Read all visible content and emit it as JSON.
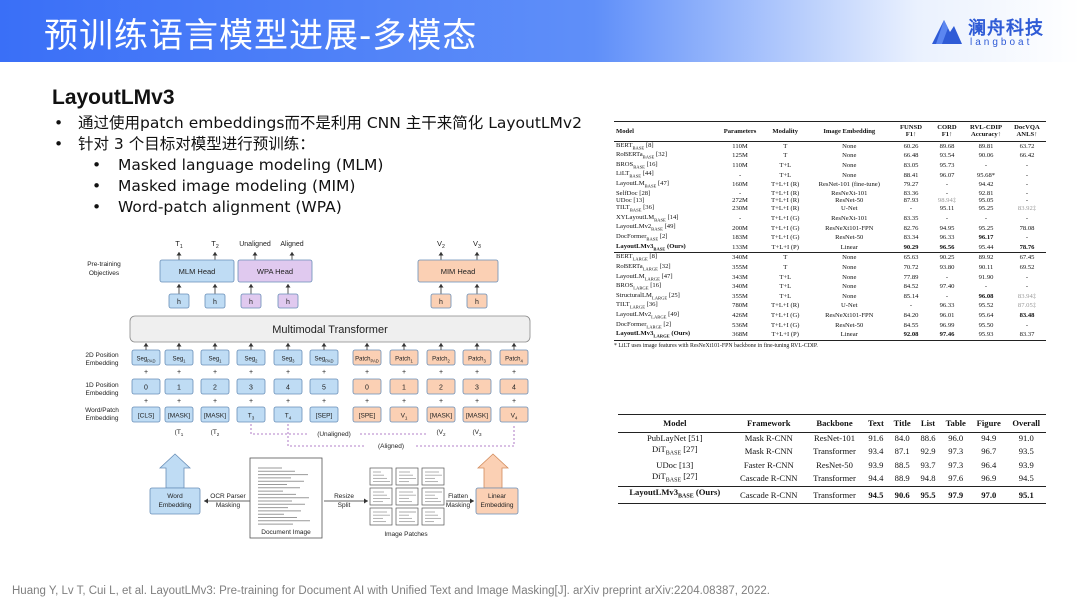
{
  "header": {
    "title": "预训练语言模型进展-多模态",
    "logo_cn": "澜舟科技",
    "logo_en": "langboat",
    "logo_icon": "mountain-logo-icon",
    "accent": "#3a6ff7"
  },
  "subtitle": "LayoutLMv3",
  "bullets": [
    "通过使用patch embeddings而不是利用 CNN 主干来简化 LayoutLMv2",
    "针对 3 个目标对模型进行预训练："
  ],
  "sub_bullets": [
    "Masked language modeling (MLM)",
    "Masked image modeling (MIM)",
    "Word-patch alignment (WPA)"
  ],
  "diagram": {
    "top_labels": [
      "T",
      "T",
      "Unaligned",
      "Aligned",
      "V",
      "V"
    ],
    "top_subs": [
      "1",
      "2",
      "2",
      "3"
    ],
    "pretraining": [
      "Pre-training",
      "Objectives"
    ],
    "heads": [
      "MLM Head",
      "WPA Head",
      "MIM Head"
    ],
    "h": "h",
    "transformer": "Multimodal Transformer",
    "row_labels": [
      [
        "2D Position",
        "Embedding"
      ],
      [
        "1D Position",
        "Embedding"
      ],
      [
        "Word/Patch",
        "Embedding"
      ]
    ],
    "seg_main": [
      "Seg",
      "Seg",
      "Seg",
      "Seg",
      "Seg",
      "Seg",
      "Patch",
      "Patch",
      "Patch",
      "Patch",
      "Patch"
    ],
    "seg_sub": [
      "PAD",
      "1",
      "1",
      "2",
      "3",
      "PAD",
      "PAD",
      "1",
      "2",
      "3",
      "4"
    ],
    "pos": [
      "0",
      "1",
      "2",
      "3",
      "4",
      "5",
      "0",
      "1",
      "2",
      "3",
      "4"
    ],
    "tok_main": [
      "[CLS]",
      "[MASK]",
      "[MASK]",
      "T",
      "T",
      "[SEP]",
      "[SPE]",
      "V",
      "[MASK]",
      "[MASK]",
      "V"
    ],
    "tok_sub": [
      "",
      "",
      "",
      "3",
      "4",
      "",
      "",
      "1",
      "",
      "",
      "4"
    ],
    "plus": "+",
    "bracket_labels": [
      "(T",
      "(T",
      "(V",
      "(V"
    ],
    "bracket_subs": [
      "1",
      "2",
      "2",
      "3"
    ],
    "paren_close": ")",
    "unaligned": "(Unaligned)",
    "aligned": "(Aligned)",
    "word_embedding": [
      "Word",
      "Embedding"
    ],
    "ocr": [
      "OCR Parser",
      "Masking"
    ],
    "resize": [
      "Resize",
      "Split"
    ],
    "flatten": [
      "Flatten",
      "Masking"
    ],
    "linear": [
      "Linear",
      "Embedding"
    ],
    "doc_image": "Document Image",
    "image_patches": "Image Patches",
    "colors": {
      "blue": "#bfdcf4",
      "purple": "#e0c9ef",
      "orange": "#fbd0b4",
      "gray": "#efefef"
    }
  },
  "table1": {
    "headers": [
      "Model",
      "Parameters",
      "Modality",
      "Image Embedding",
      "FUNSD F1↑",
      "CORD F1↑",
      "RVL-CDIP Accuracy↑",
      "DocVQA ANLS↑"
    ],
    "groups": [
      [
        [
          "BERT",
          "BASE",
          " [8]",
          "110M",
          "T",
          "None",
          "60.26",
          "89.68",
          "89.81",
          "63.72"
        ],
        [
          "RoBERTa",
          "BASE",
          " [32]",
          "125M",
          "T",
          "None",
          "66.48",
          "93.54",
          "90.06",
          "66.42"
        ],
        [
          "BROS",
          "BASE",
          " [16]",
          "110M",
          "T+L",
          "None",
          "83.05",
          "95.73",
          "-",
          "-"
        ],
        [
          "LiLT",
          "BASE",
          " [44]",
          "-",
          "T+L",
          "None",
          "88.41",
          "96.07",
          "95.68*",
          "-"
        ],
        [
          "LayoutLM",
          "BASE",
          " [47]",
          "160M",
          "T+L+I (R)",
          "ResNet-101 (fine-tune)",
          "79.27",
          "-",
          "94.42",
          "-"
        ],
        [
          "SelfDoc [28]",
          "",
          "",
          "-",
          "T+L+I (R)",
          "ResNeXt-101",
          "83.36",
          "-",
          "92.81",
          "-"
        ],
        [
          "UDoc [13]",
          "",
          "",
          "272M",
          "T+L+I (R)",
          "ResNet-50",
          "87.93",
          "98.94‡",
          "95.05",
          "-"
        ],
        [
          "TILT",
          "BASE",
          " [36]",
          "230M",
          "T+L+I (R)",
          "U-Net",
          "-",
          "95.11",
          "95.25",
          "83.92‡"
        ],
        [
          "XYLayoutLM",
          "BASE",
          " [14]",
          "-",
          "T+L+I (G)",
          "ResNeXt-101",
          "83.35",
          "-",
          "-",
          "-"
        ],
        [
          "LayoutLMv2",
          "BASE",
          " [49]",
          "200M",
          "T+L+I (G)",
          "ResNeXt101-FPN",
          "82.76",
          "94.95",
          "95.25",
          "78.08"
        ],
        [
          "DocFormer",
          "BASE",
          " [2]",
          "183M",
          "T+L+I (G)",
          "ResNet-50",
          "83.34",
          "96.33",
          "96.17",
          "-"
        ],
        [
          "LayoutLMv3",
          "BASE",
          " (Ours)",
          "133M",
          "T+L+I (P)",
          "Linear",
          "90.29",
          "96.56",
          "95.44",
          "78.76"
        ]
      ],
      [
        [
          "BERT",
          "LARGE",
          " [8]",
          "340M",
          "T",
          "None",
          "65.63",
          "90.25",
          "89.92",
          "67.45"
        ],
        [
          "RoBERTa",
          "LARGE",
          " [32]",
          "355M",
          "T",
          "None",
          "70.72",
          "93.80",
          "90.11",
          "69.52"
        ],
        [
          "LayoutLM",
          "LARGE",
          " [47]",
          "343M",
          "T+L",
          "None",
          "77.89",
          "-",
          "91.90",
          "-"
        ],
        [
          "BROS",
          "LARGE",
          " [16]",
          "340M",
          "T+L",
          "None",
          "84.52",
          "97.40",
          "-",
          "-"
        ],
        [
          "StructuralLM",
          "LARGE",
          " [25]",
          "355M",
          "T+L",
          "None",
          "85.14",
          "-",
          "96.08",
          "83.94‡"
        ],
        [
          "TILT",
          "LARGE",
          " [36]",
          "780M",
          "T+L+I (R)",
          "U-Net",
          "-",
          "96.33",
          "95.52",
          "87.05‡"
        ],
        [
          "LayoutLMv2",
          "LARGE",
          " [49]",
          "426M",
          "T+L+I (G)",
          "ResNeXt101-FPN",
          "84.20",
          "96.01",
          "95.64",
          "83.48"
        ],
        [
          "DocFormer",
          "LARGE",
          " [2]",
          "536M",
          "T+L+I (G)",
          "ResNet-50",
          "84.55",
          "96.99",
          "95.50",
          "-"
        ],
        [
          "LayoutLMv3",
          "LARGE",
          " (Ours)",
          "368M",
          "T+L+I (P)",
          "Linear",
          "92.08",
          "97.46",
          "95.93",
          "83.37"
        ]
      ]
    ],
    "note": "* LiLT uses image features with ResNeXt101-FPN backbone in fine-tuning RVL-CDIP."
  },
  "table2": {
    "headers": [
      "Model",
      "Framework",
      "Backbone",
      "Text",
      "Title",
      "List",
      "Table",
      "Figure",
      "Overall"
    ],
    "rows": [
      [
        "PubLayNet [51]",
        "",
        "",
        "Mask R-CNN",
        "ResNet-101",
        "91.6",
        "84.0",
        "88.6",
        "96.0",
        "94.9",
        "91.0"
      ],
      [
        "DiT",
        "BASE",
        " [27]",
        "Mask R-CNN",
        "Transformer",
        "93.4",
        "87.1",
        "92.9",
        "97.3",
        "96.7",
        "93.5"
      ],
      [
        "UDoc [13]",
        "",
        "",
        "Faster R-CNN",
        "ResNet-50",
        "93.9",
        "88.5",
        "93.7",
        "97.3",
        "96.4",
        "93.9"
      ],
      [
        "DiT",
        "BASE",
        " [27]",
        "Cascade R-CNN",
        "Transformer",
        "94.4",
        "88.9",
        "94.8",
        "97.6",
        "96.9",
        "94.5"
      ],
      [
        "LayoutLMv3",
        "BASE",
        " (Ours)",
        "Cascade R-CNN",
        "Transformer",
        "94.5",
        "90.6",
        "95.5",
        "97.9",
        "97.0",
        "95.1"
      ]
    ]
  },
  "footer": "Huang Y, Lv T, Cui L, et al. LayoutLMv3: Pre-training for Document AI with Unified Text and Image Masking[J]. arXiv preprint arXiv:2204.08387, 2022."
}
